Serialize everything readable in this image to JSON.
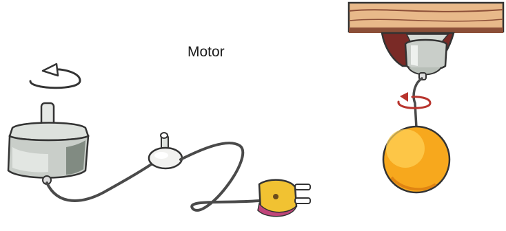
{
  "caption": "Motor",
  "icons": {
    "motor": "electric-motor-illustration",
    "rotation_motor": "counterclockwise-rotation-arrow-icon",
    "switch": "inline-cord-switch-icon",
    "plug": "electric-plug-icon",
    "ceiling": "wooden-ceiling-board",
    "rotation_ball": "rotation-arrow-icon",
    "ball": "hanging-yellow-ball"
  },
  "colors": {
    "motor_body": "#c9cec9",
    "motor_dark": "#6f7a70",
    "cord": "#4a4a4a",
    "plug": "#f1c232",
    "plug_rim": "#c0457a",
    "board": "#e8b98a",
    "board_dark": "#8c4f38",
    "ball": "#f7a81d",
    "ball_light": "#ffd35a",
    "rotation_red": "#b8342d"
  }
}
